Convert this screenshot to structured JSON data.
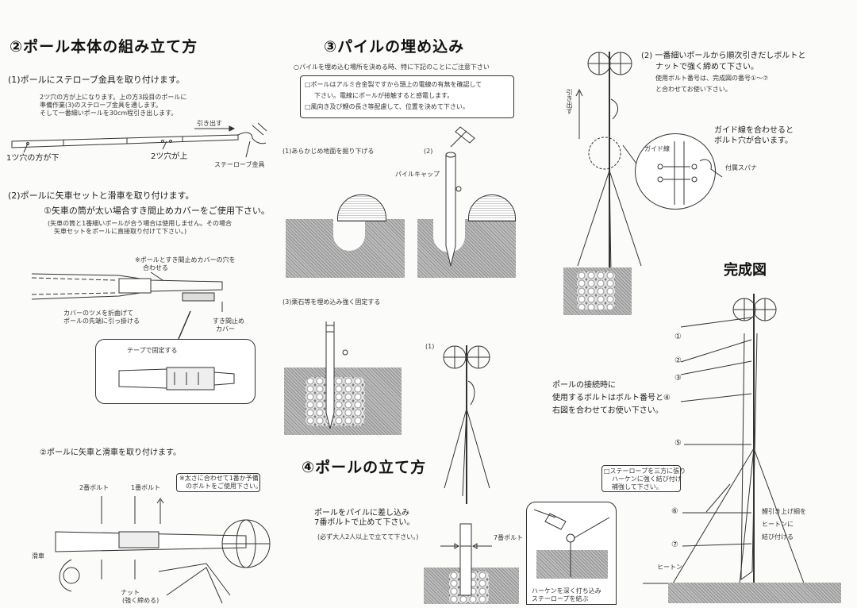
{
  "sec2": {
    "title": "②ポール本体の組み立て方",
    "step1": "(1)ポールにステローブ金具を取り付けます。",
    "step1_note": [
      "2ツ穴の方が上になります。上の方3段目のポールに",
      "準備作業(3)のステローブ金具を通します。",
      "そして一番細いポールを30cm程引き出します。"
    ],
    "pull_label": "引き出す",
    "hole1_label": "1ツ穴の方が下",
    "hole2_label": "2ツ穴が上",
    "fitting_label": "ステーローブ金具",
    "step2": "(2)ポールに矢車セットと滑車を取り付けます。",
    "step2_sub": "①矢車の筒が太い場合すき間止めカバーをご使用下さい。",
    "step2_note": [
      "(矢車の筒と1番細いポールが合う場合は使用しません。その場合",
      "矢車セットをポールに直接取り付けて下さい。)"
    ],
    "align_note": [
      "※ポールとすき間止めカバーの穴を",
      "合わせる"
    ],
    "bend_label": [
      "カバーのツメを折曲げて",
      "ポールの先端に引っ掛ける"
    ],
    "cover_label": [
      "すき間止め",
      "カバー"
    ],
    "tape_label": "テープで固定する",
    "step2b": "②ポールに矢車と滑車を取り付けます。",
    "bolt_note": [
      "※太さに合わせて1番か予備",
      "のボルトをご使用下さい。"
    ],
    "bolt2_label": "2番ボルト",
    "bolt1_label": "1番ボルト",
    "pulley_label": "滑車",
    "nut_label": [
      "ナット",
      "(強く締める)"
    ]
  },
  "sec3": {
    "title": "③パイルの埋め込み",
    "intro": "○パイルを埋め込む場所を決める時、特に下記のことにご注意下さい",
    "cautions": [
      "□ポールはアルミ合金製ですから頭上の電線の有無を確認して",
      "下さい。電線にポールが接触すると感電します。",
      "□風向き及び鯉の長さ等配慮して、位置を決めて下さい。"
    ],
    "step1": "(1)あらかじめ地面を掘り下げる",
    "step2": "(2)",
    "cap_label": "パイルキャップ",
    "step3": "(3)栗石等を埋め込み強く固定する"
  },
  "sec4": {
    "title": "④ポールの立て方",
    "step1": "(1)",
    "instruction": [
      "ポールをパイルに差し込み",
      "7番ボルトで止めて下さい。"
    ],
    "instruction_note": "(必ず大人2人以上で立てて下さい。)",
    "bolt7_label": "7番ボルト",
    "peg_note": [
      "ハーケンを深く打ち込み",
      "ステーロープを結ぶ"
    ]
  },
  "right": {
    "pull_out": "引き出す",
    "step2": "(2) 一番細いポールから順次引きだしボルトと",
    "step2_lines": [
      "ナットで強く締めて下さい。",
      "使用ボルト番号は、完成図の番号①〜⑦",
      "と合わせてお使い下さい。"
    ],
    "guide_note": [
      "ガイド線を合わせると",
      "ボルト穴が合います。"
    ],
    "guide_label": "ガイド線",
    "wrench_label": "付属スパナ",
    "complete_title": "完成図",
    "bolt_note": [
      "ポールの接続時に",
      "使用するボルトはボルト番号と④",
      "右図を合わせてお使い下さい。"
    ],
    "numbers": [
      "①",
      "②",
      "③",
      "④",
      "⑤",
      "⑥",
      "⑦"
    ],
    "stay_note": [
      "□ステーロープを三方に張り",
      "ハーケンに強く結び付け",
      "補強して下さい。"
    ],
    "rope_note": [
      "鯉引き上げ綱を",
      "ヒートンに",
      "結び付ける"
    ],
    "heaton_label": "ヒートン"
  }
}
